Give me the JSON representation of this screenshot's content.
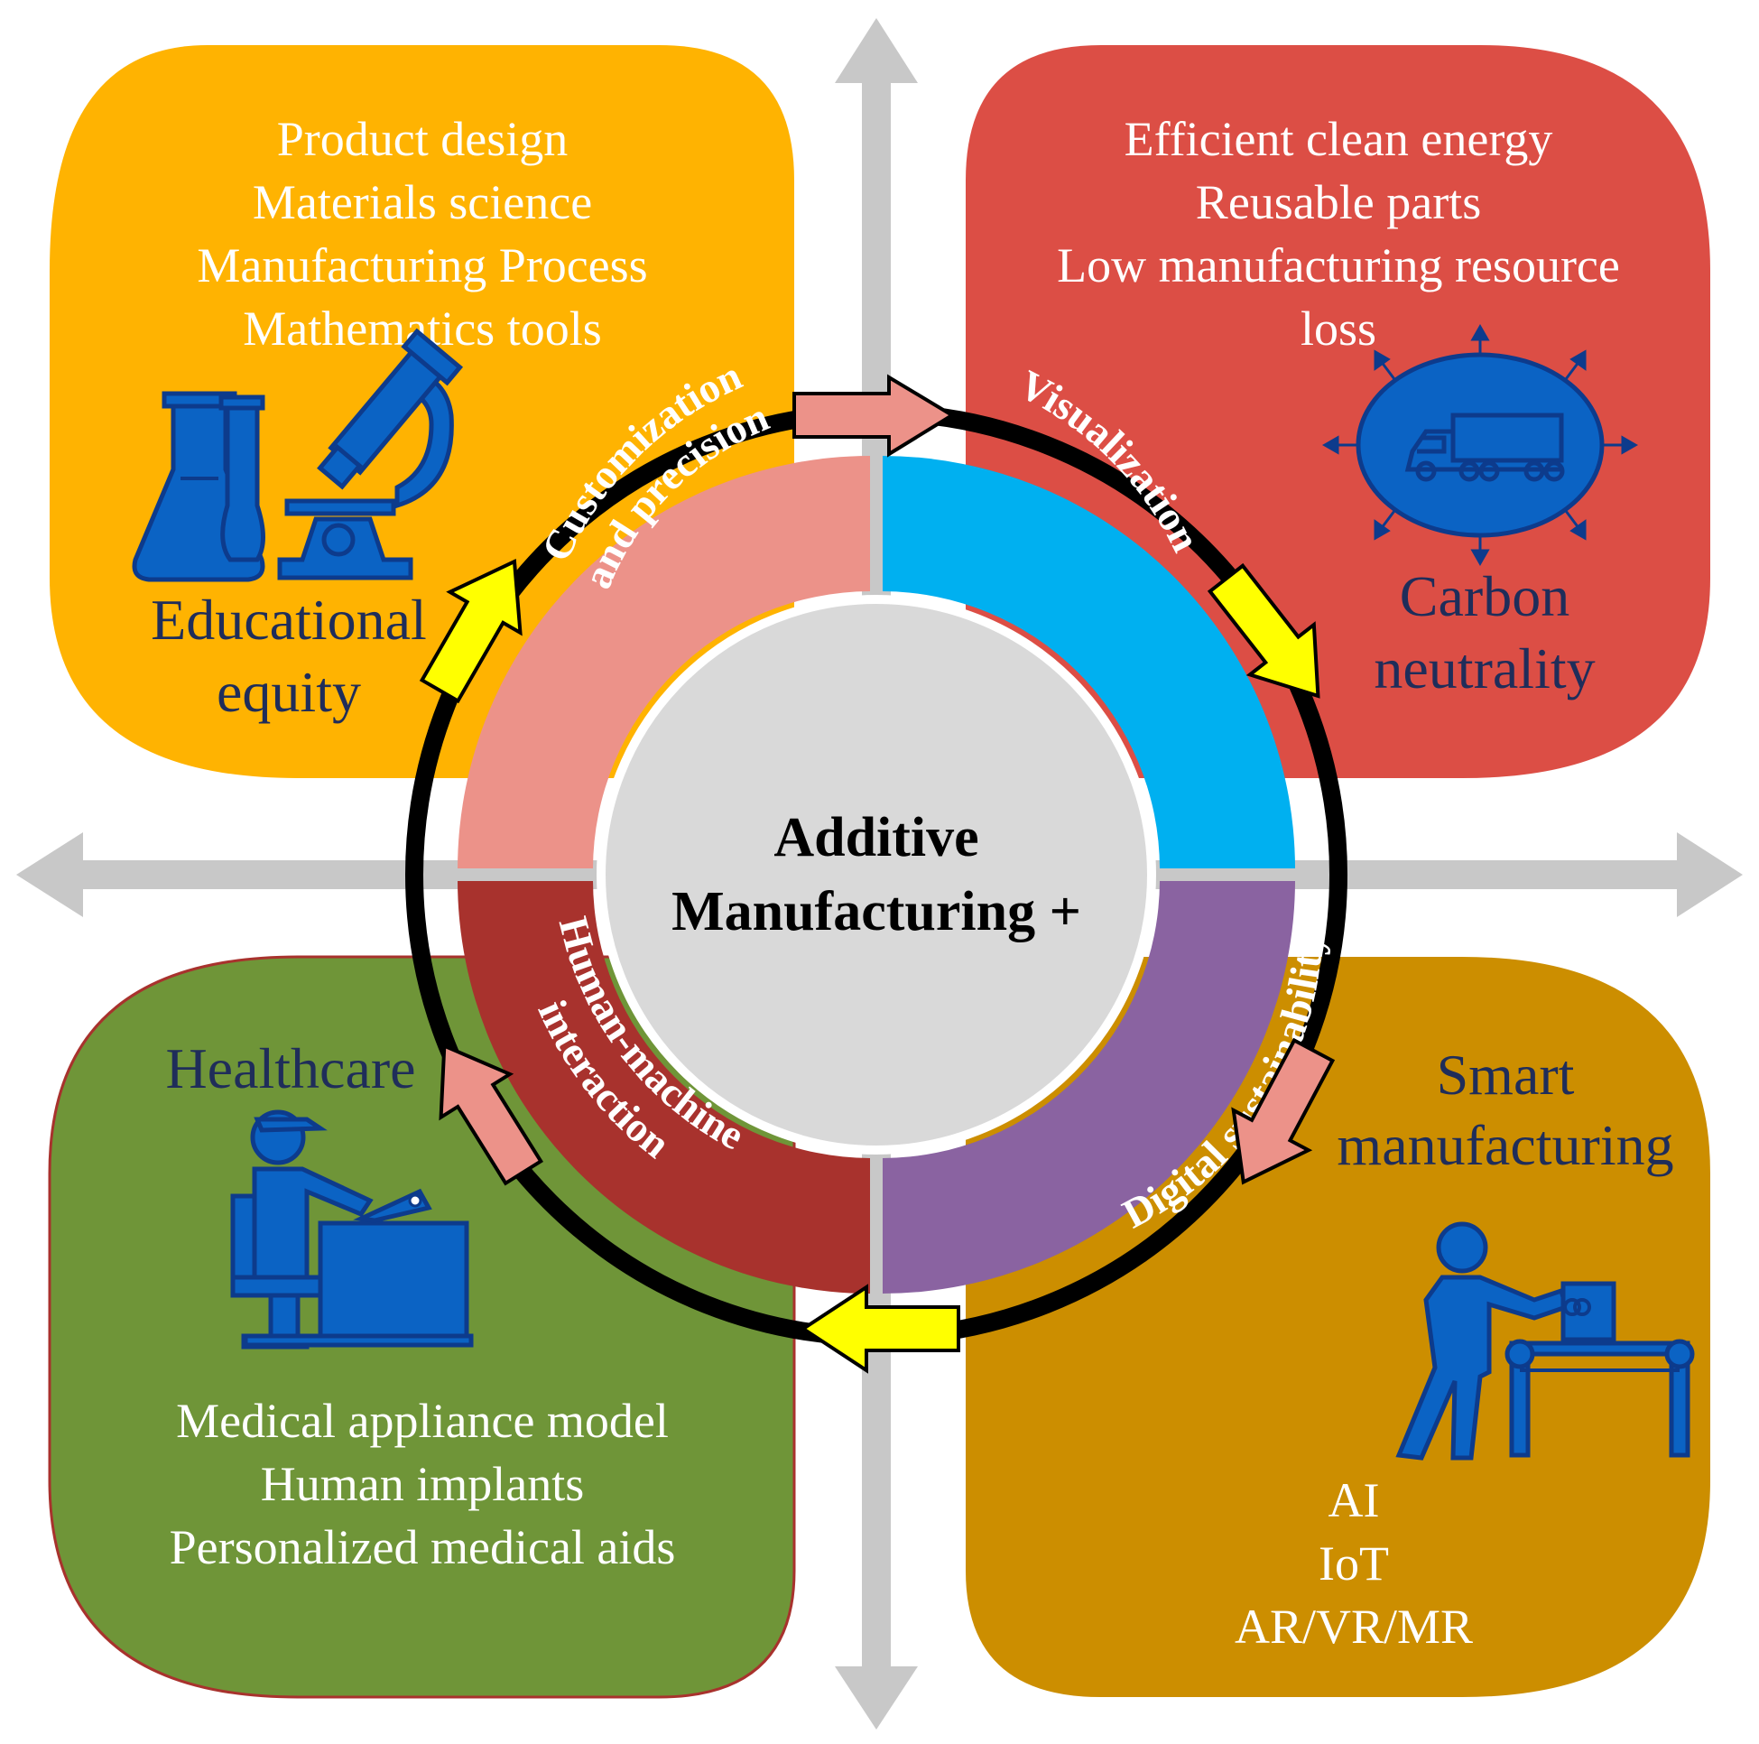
{
  "center": {
    "line1": "Additive",
    "line2": "Manufacturing +"
  },
  "ring_segments": {
    "top_left": {
      "line1": "Customization",
      "line2": "and precision",
      "color": "#ec9289"
    },
    "top_right": {
      "line1": "Visualization",
      "color": "#00b0f0"
    },
    "bottom_right": {
      "line1": "Digital sustainability",
      "color": "#8a63a1"
    },
    "bottom_left": {
      "line1": "Human-machine",
      "line2": "interaction",
      "color": "#a8322d"
    }
  },
  "quadrants": {
    "top_left": {
      "color": "#ffb301",
      "items": [
        "Product design",
        "Materials science",
        "Manufacturing Process",
        "Mathematics tools"
      ],
      "title_line1": "Educational",
      "title_line2": "equity",
      "icon": "lab-flask-microscope-icon"
    },
    "top_right": {
      "color": "#dc4e45",
      "items": [
        "Efficient clean energy",
        "Reusable parts",
        "Low manufacturing resource",
        "loss"
      ],
      "title_line1": "Carbon",
      "title_line2": "neutrality",
      "icon": "truck-emissions-icon"
    },
    "bottom_left": {
      "color": "#6f9538",
      "title_line1": "Healthcare",
      "items": [
        "Medical appliance model",
        "Human implants",
        "Personalized medical aids"
      ],
      "icon": "person-at-desk-icon"
    },
    "bottom_right": {
      "color": "#cc8e00",
      "title_line1": "Smart",
      "title_line2": "manufacturing",
      "items": [
        "AI",
        "IoT",
        "AR/VR/MR"
      ],
      "icon": "worker-conveyor-icon"
    }
  },
  "colors": {
    "axis_arrow": "#c8c8c8",
    "inner_circle": "#d9d9d9",
    "cycle_ring": "#000000",
    "arrow_yellow": "#ffff00",
    "arrow_pink": "#ec9289",
    "icon_blue": "#0b63c4"
  }
}
